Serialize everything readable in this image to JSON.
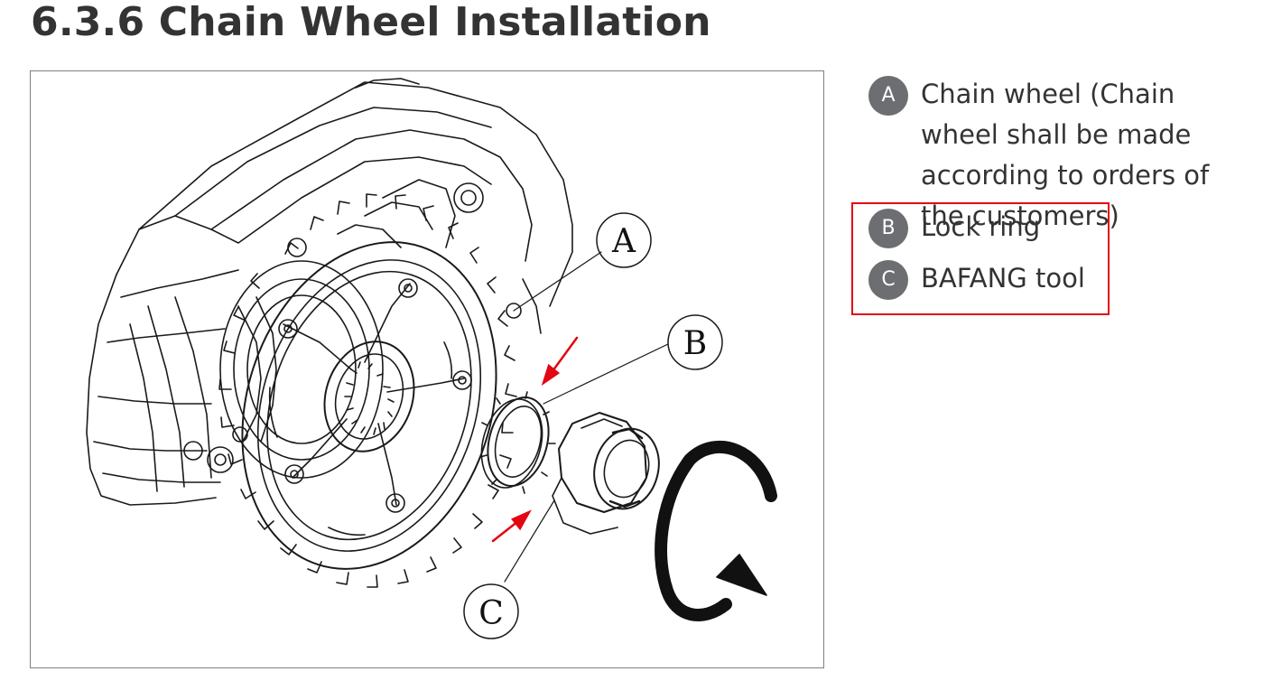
{
  "page": {
    "title": "6.3.6 Chain Wheel Installation"
  },
  "figure": {
    "callouts": {
      "a": "A",
      "b": "B",
      "c": "C"
    },
    "colors": {
      "line": "#1a1a1a",
      "arrow": "#e30613"
    }
  },
  "legend": {
    "badge_color": "#6d6e71",
    "items": [
      {
        "letter": "A",
        "text": "Chain wheel (Chain wheel shall be made according to orders of the customers)"
      },
      {
        "letter": "B",
        "text": "Lock ring"
      },
      {
        "letter": "C",
        "text": "BAFANG tool"
      }
    ]
  },
  "highlight": {
    "color": "#e30613"
  }
}
